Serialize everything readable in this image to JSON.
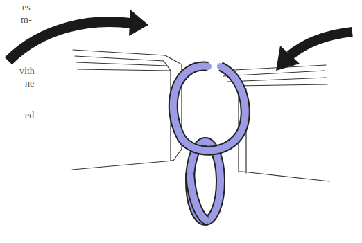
{
  "diagram": {
    "labels": [
      "es",
      "m-",
      "vith",
      "ne",
      "ed"
    ]
  }
}
